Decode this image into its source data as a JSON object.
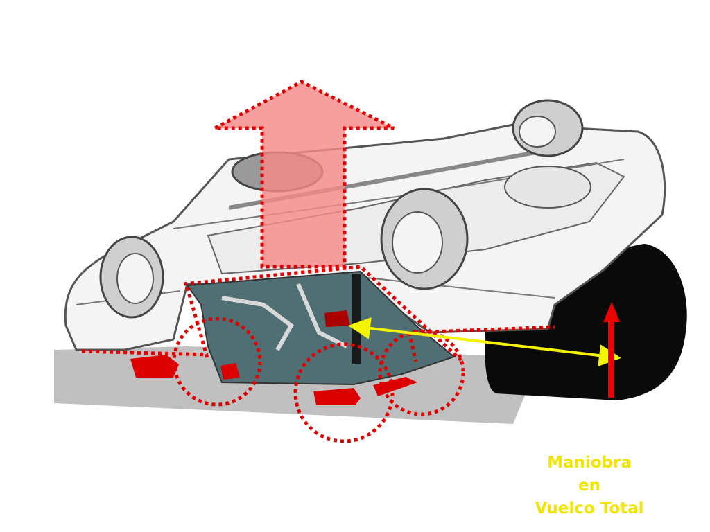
{
  "caption": {
    "line1": "Maniobra",
    "line2": "en",
    "line3": "Vuelco Total"
  },
  "colors": {
    "ground": "#c0c0c0",
    "car_outline": "#555555",
    "car_body": "#f4f4f4",
    "interior": "#4f6f74",
    "lift_arrow_fill": "#f58a8a",
    "dotted_red": "#e00000",
    "block_red": "#dd0000",
    "distance_arrow": "#f4f400",
    "support_block": "#0a0a0a",
    "caption_text": "#f2e600"
  },
  "icons": {
    "lift_arrow": "up-arrow-icon",
    "distance_arrow": "double-arrow-icon",
    "force_arrow": "up-arrow-icon"
  }
}
